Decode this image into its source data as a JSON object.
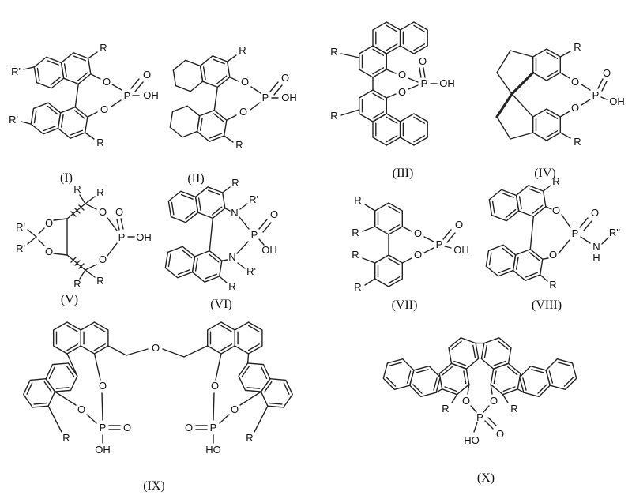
{
  "figure": {
    "type": "chemical-structure-diagram",
    "description": "Ten chiral phosphoric acid catalyst scaffolds",
    "background": "#ffffff",
    "ink": "#222222"
  },
  "atoms": {
    "P": "P",
    "O": "O",
    "OH": "OH",
    "HO": "HO",
    "N": "N",
    "H": "H",
    "R": "R",
    "R1": "R'",
    "R2": "R''"
  },
  "labels": {
    "I": "(I)",
    "II": "(II)",
    "III": "(III)",
    "IV": "(IV)",
    "V": "(V)",
    "VI": "(VI)",
    "VII": "(VII)",
    "VIII": "(VIII)",
    "IX": "(IX)",
    "X": "(X)"
  }
}
